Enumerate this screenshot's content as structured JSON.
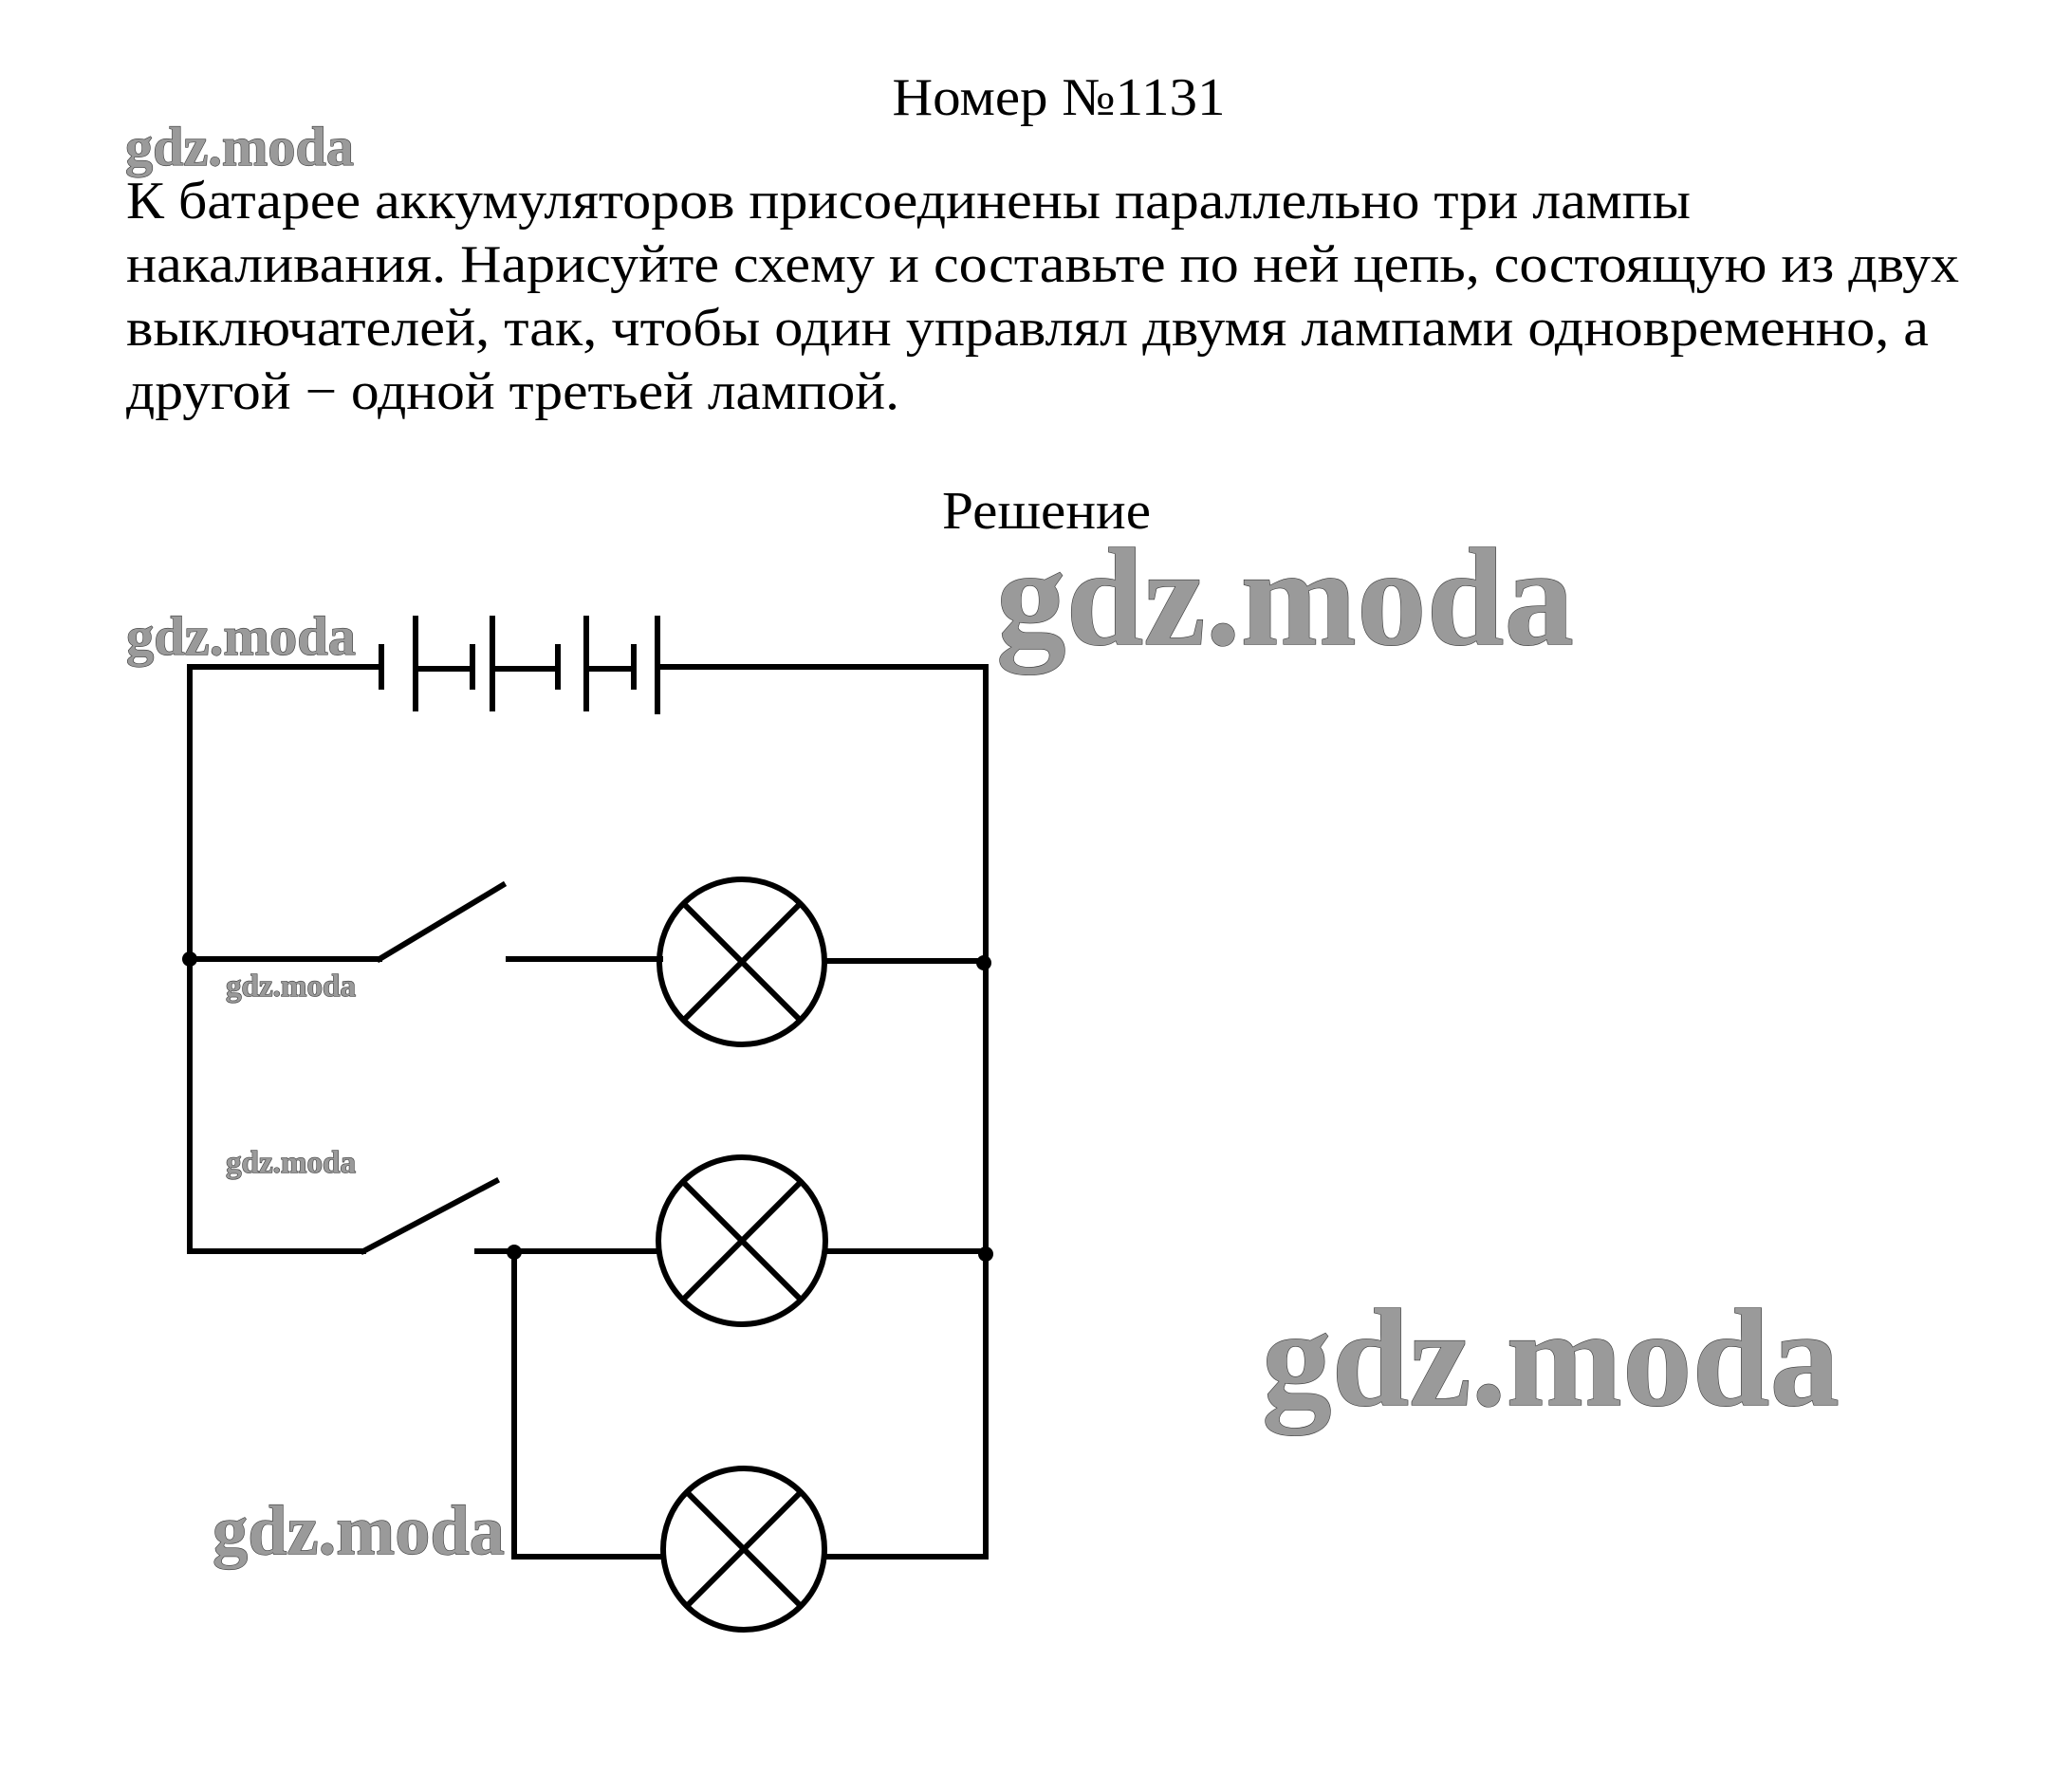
{
  "title": "Номер №1131",
  "problem": {
    "lines": [
      "К батарее аккумуляторов присоединены параллельно три лампы",
      "накаливания. Нарисуйте схему и составьте по ней цепь, состоящую из двух",
      "выключателей, так, чтобы один управлял двумя лампами одновременно, а",
      "другой − одной третьей лампой."
    ]
  },
  "solution_heading": "Решение",
  "watermark": "gdz.moda",
  "circuit": {
    "battery_cells": 4,
    "switches": 2,
    "lamps": 3
  }
}
